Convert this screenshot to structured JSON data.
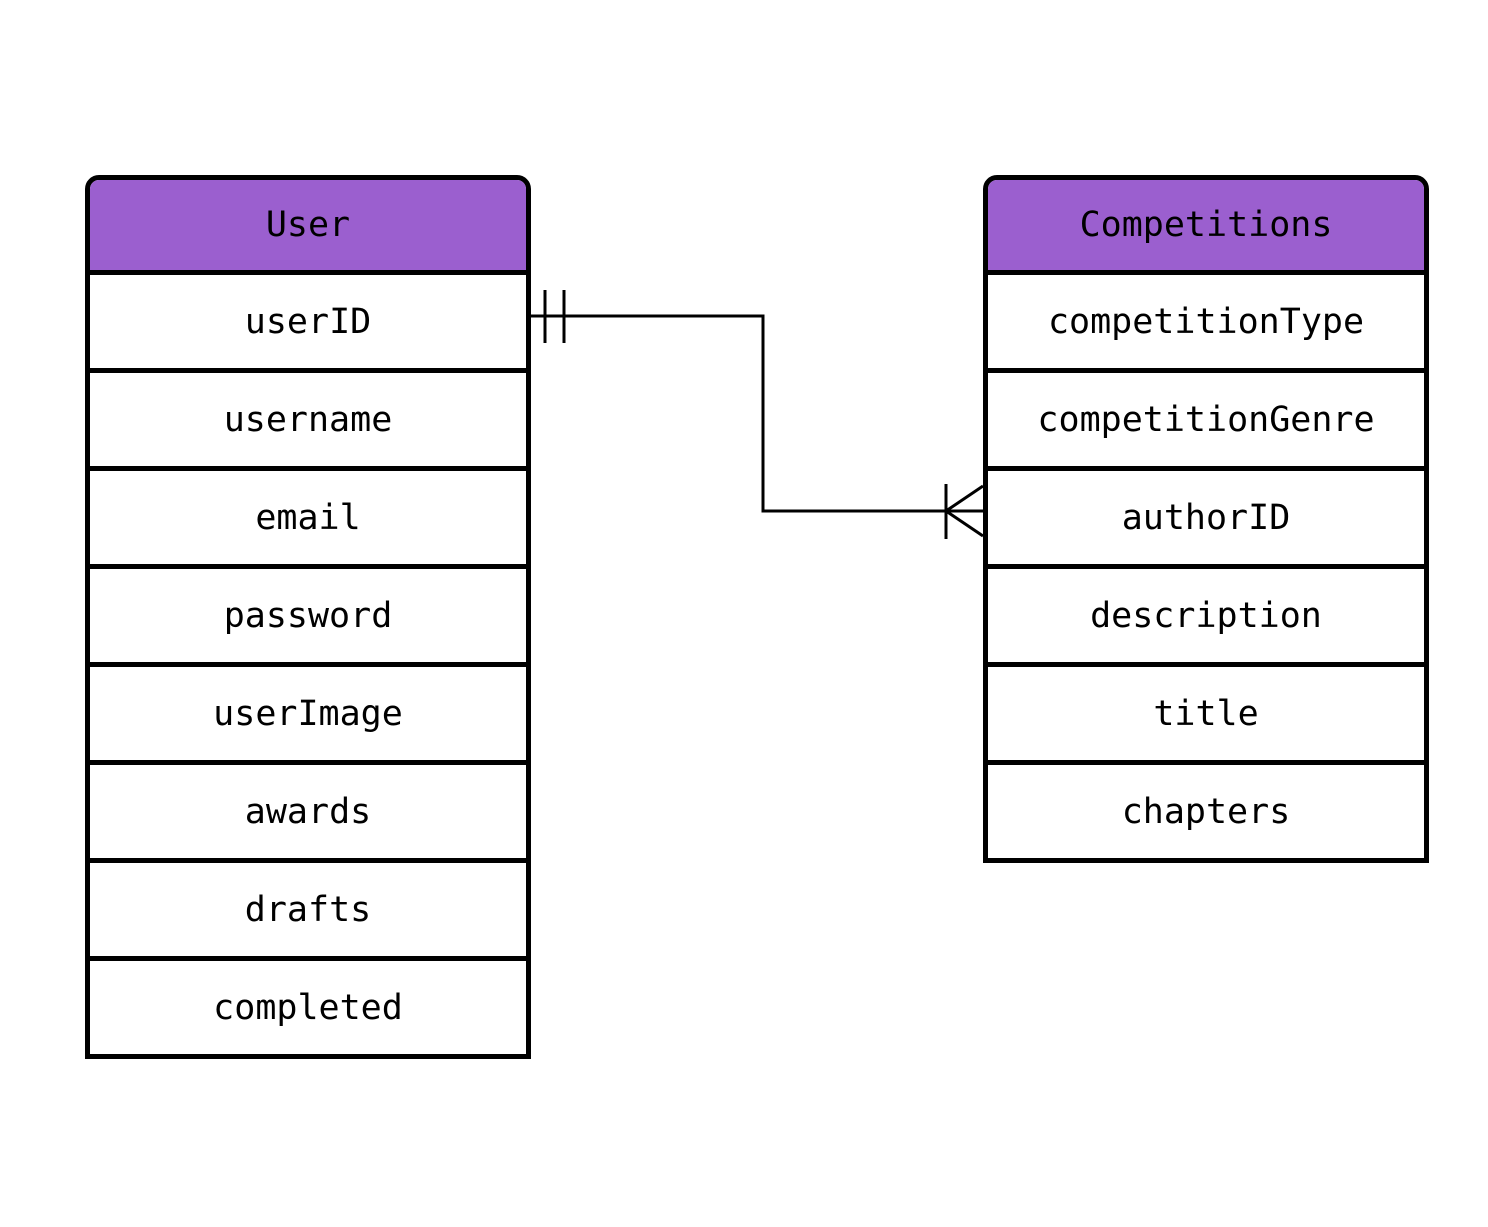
{
  "entities": {
    "user": {
      "title": "User",
      "fields": [
        "userID",
        "username",
        "email",
        "password",
        "userImage",
        "awards",
        "drafts",
        "completed"
      ]
    },
    "competitions": {
      "title": "Competitions",
      "fields": [
        "competitionType",
        "competitionGenre",
        "authorID",
        "description",
        "title",
        "chapters"
      ]
    }
  },
  "relationship": {
    "from": "User.userID",
    "to": "Competitions.authorID",
    "from_cardinality": "one-and-only-one",
    "to_cardinality": "one-or-many"
  },
  "colors": {
    "header_fill": "#9b5fcf",
    "border": "#000000",
    "background": "#ffffff"
  }
}
